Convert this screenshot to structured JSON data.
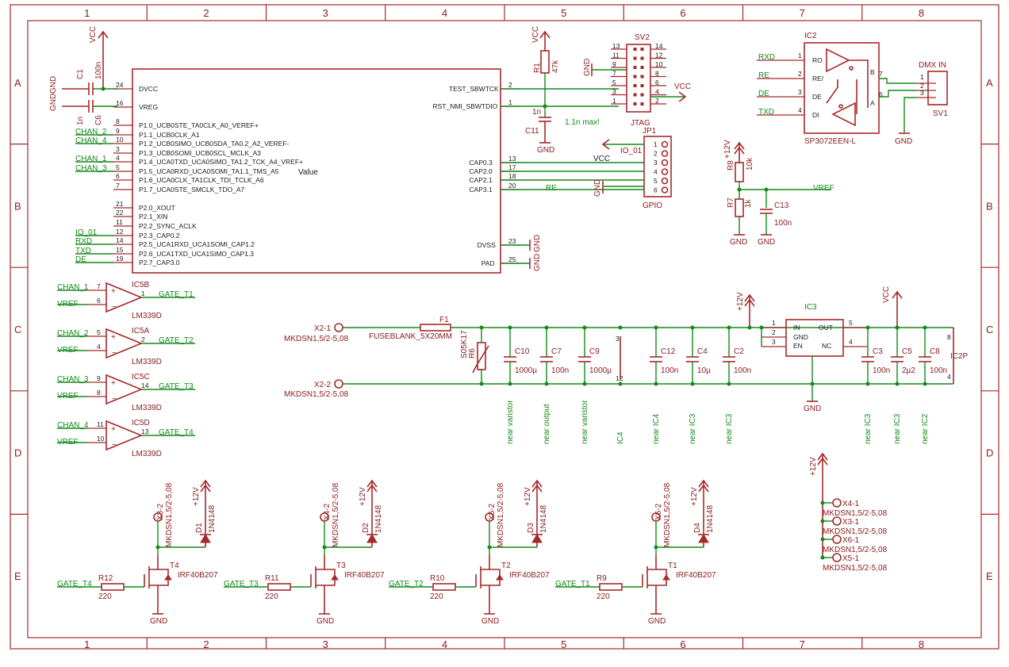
{
  "frame": {
    "col_labels": [
      "1",
      "2",
      "3",
      "4",
      "5",
      "6",
      "7",
      "8"
    ],
    "row_labels": [
      "A",
      "B",
      "C",
      "D",
      "E"
    ],
    "color": "#a8282a",
    "net_color": "#138a1a"
  },
  "mcu": {
    "left_pins": [
      {
        "num": "24",
        "name": "DVCC"
      },
      {
        "num": "16",
        "name": "VREG"
      },
      {
        "num": "8",
        "name": "P1.0_UCB0STE_TA0CLK_A0_VEREF+"
      },
      {
        "num": "9",
        "name": "P1.1_UCB0CLK_A1"
      },
      {
        "num": "10",
        "name": "P1.2_UCB0SIMO_UCB0SDA_TA0.2_A2_VEREF-"
      },
      {
        "num": "3",
        "name": "P1.3_UCB0SOMI_UCB0SCL_MCLK_A3"
      },
      {
        "num": "4",
        "name": "P1.4_UCA0TXD_UCA0SIMO_TA1.2_TCK_A4_VREF+"
      },
      {
        "num": "5",
        "name": "P1.5_UCA0RXD_UCA0SOMI_TA1.1_TMS_A5"
      },
      {
        "num": "6",
        "name": "P1.6_UCA0CLK_TA1CLK_TDI_TCLK_A6"
      },
      {
        "num": "7",
        "name": "P1.7_UCA0STE_SMCLK_TDO_A7"
      },
      {
        "num": "21",
        "name": "P2.0_XOUT"
      },
      {
        "num": "22",
        "name": "P2.1_XIN"
      },
      {
        "num": "11",
        "name": "P2.2_SYNC_ACLK"
      },
      {
        "num": "12",
        "name": "P2.3_CAP0.2"
      },
      {
        "num": "14",
        "name": "P2.5_UCA1RXD_UCA1SOMI_CAP1.2"
      },
      {
        "num": "15",
        "name": "P2.6_UCA1TXD_UCA1SIMO_CAP1.3"
      },
      {
        "num": "19",
        "name": "P2.7_CAP3.0"
      }
    ],
    "left_nets": [
      "",
      "",
      "",
      "CHAN_2",
      "CHAN_4",
      "",
      "CHAN_1",
      "CHAN_3",
      "",
      "",
      "",
      "",
      "",
      "IO_01",
      "RXD",
      "TXD",
      "DE"
    ],
    "right_pins": [
      {
        "num": "2",
        "name": "TEST_SBWTCK"
      },
      {
        "num": "1",
        "name": "RST_NMI_SBWTDIO"
      },
      {
        "num": "13",
        "name": "CAP0.3"
      },
      {
        "num": "17",
        "name": "CAP2.0"
      },
      {
        "num": "18",
        "name": "CAP2.1"
      },
      {
        "num": "20",
        "name": "CAP3.1"
      },
      {
        "num": "23",
        "name": "DVSS"
      },
      {
        "num": "25",
        "name": "PAD"
      }
    ],
    "value_label": "Value"
  },
  "labels": {
    "vcc": "VCC",
    "gnd": "GND",
    "p12v": "+12V",
    "vref": "VREF",
    "re": "RE",
    "c1_name": "C1",
    "c1_val": "100n",
    "c6_name": "C6",
    "c6_val": "1n",
    "r1_name": "R1",
    "r1_val": "47k",
    "c11_name": "C11",
    "c11_val": "1n",
    "c11_note": "1.1n max!",
    "sv2": "SV2",
    "jtag": "JTAG",
    "jp1": "JP1",
    "gpio": "GPIO",
    "io01": "IO_01",
    "r8_name": "R8",
    "r8_val": "10k",
    "r7_name": "R7",
    "r7_val": "1k",
    "c13_name": "C13",
    "c13_val": "100n",
    "ic2": "IC2",
    "ic2_part": "SP3072EEN-L",
    "ic2_pins": [
      "RO",
      "RE/",
      "DE",
      "DI",
      "B",
      "A"
    ],
    "ic2_nums": [
      "1",
      "2",
      "3",
      "4",
      "7",
      "6"
    ],
    "ic2_nets": [
      "RXD",
      "RE",
      "DE",
      "TXD"
    ],
    "dmx": "DMX IN",
    "sv1": "SV1",
    "f1": "F1",
    "fuse": "FUSEBLANK_5X20MM",
    "x21": "X2-1",
    "x22": "X2-2",
    "mkds": "MKDSN1,5/2-5,08",
    "r6_name": "R6",
    "r6_val": "S05K17",
    "ic3": "IC3",
    "ic3_pins": [
      "IN",
      "GND",
      "EN",
      "OUT",
      "NC"
    ],
    "ic3_nums": [
      "1",
      "2",
      "3",
      "5",
      "4"
    ],
    "ic2p": "IC2P",
    "ic2p_nums": [
      "8",
      "4"
    ],
    "ic4": "IC4",
    "jtag_left": [
      "13",
      "11",
      "9",
      "7",
      "5",
      "3",
      "1"
    ],
    "jtag_right": [
      "14",
      "12",
      "10",
      "8",
      "6",
      "4",
      "2"
    ],
    "jp1_nums": [
      "1",
      "2",
      "3",
      "4",
      "5",
      "6"
    ],
    "ic4_nums": [
      "3",
      "12"
    ],
    "dvss_pads": [
      "GND",
      "GND"
    ]
  },
  "caps": [
    {
      "name": "C10",
      "val": "1000µ",
      "note": "near varistor"
    },
    {
      "name": "C7",
      "val": "100n",
      "note": "near output"
    },
    {
      "name": "C9",
      "val": "1000µ",
      "note": "near varistor"
    },
    {
      "name": "",
      "val": "",
      "note": "IC4"
    },
    {
      "name": "C12",
      "val": "100n",
      "note": "near IC4"
    },
    {
      "name": "C4",
      "val": "10µ",
      "note": "near IC3"
    },
    {
      "name": "C2",
      "val": "100n",
      "note": "near IC3"
    },
    {
      "name": "C3",
      "val": "100n",
      "note": "near IC3"
    },
    {
      "name": "C5",
      "val": "2µ2",
      "note": "near IC3"
    },
    {
      "name": "C8",
      "val": "100n",
      "note": "near IC2"
    }
  ],
  "comparators": [
    {
      "name": "IC5B",
      "part": "LM339D",
      "in_p": "7",
      "in_n": "6",
      "out": "1",
      "chan": "CHAN_1",
      "vref": "VREF",
      "gate": "GATE_T1"
    },
    {
      "name": "IC5A",
      "part": "LM339D",
      "in_p": "5",
      "in_n": "4",
      "out": "2",
      "chan": "CHAN_2",
      "vref": "VREF",
      "gate": "GATE_T2"
    },
    {
      "name": "IC5C",
      "part": "LM339D",
      "in_p": "9",
      "in_n": "8",
      "out": "14",
      "chan": "CHAN_3",
      "vref": "VREF",
      "gate": "GATE_T3"
    },
    {
      "name": "IC5D",
      "part": "LM339D",
      "in_p": "11",
      "in_n": "10",
      "out": "13",
      "chan": "CHAN_4",
      "vref": "VREF",
      "gate": "GATE_T4"
    }
  ],
  "drivers": [
    {
      "gate": "GATE_T4",
      "r": "R12",
      "rval": "220",
      "t": "T4",
      "tpart": "IRF40B207",
      "x": "X3-2",
      "xpart": "MKDSN1,5/2-5,08",
      "d": "D1",
      "dpart": "1N4148",
      "p12": "+12V",
      "gnd": "GND"
    },
    {
      "gate": "GATE_T3",
      "r": "R11",
      "rval": "220",
      "t": "T3",
      "tpart": "IRF40B207",
      "x": "X4-2",
      "xpart": "MKDSN1,5/2-5,08",
      "d": "D2",
      "dpart": "1N4148",
      "p12": "+12V",
      "gnd": "GND"
    },
    {
      "gate": "GATE_T2",
      "r": "R10",
      "rval": "220",
      "t": "T2",
      "tpart": "IRF40B207",
      "x": "X5-2",
      "xpart": "MKDSN1,5/2-5,08",
      "d": "D3",
      "dpart": "1N4148",
      "p12": "+12V",
      "gnd": "GND"
    },
    {
      "gate": "GATE_T1",
      "r": "R9",
      "rval": "220",
      "t": "T1",
      "tpart": "IRF40B207",
      "x": "X6-2",
      "xpart": "MKDSN1,5/2-5,08",
      "d": "D4",
      "dpart": "1N4148",
      "p12": "+12V",
      "gnd": "GND"
    }
  ],
  "connectors": [
    {
      "name": "X4-1",
      "part": "MKDSN1,5/2-5,08"
    },
    {
      "name": "X3-1",
      "part": "MKDSN1,5/2-5,08"
    },
    {
      "name": "X6-1",
      "part": "MKDSN1,5/2-5,08"
    },
    {
      "name": "X5-1",
      "part": "MKDSN1,5/2-5,08"
    }
  ]
}
